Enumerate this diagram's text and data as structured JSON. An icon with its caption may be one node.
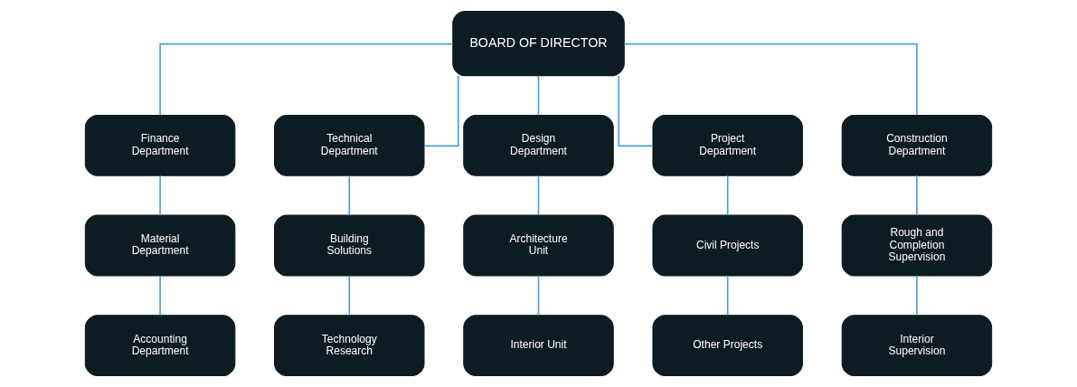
{
  "diagram": {
    "nodes": [
      {
        "text": [
          "BOARD OF DIRECTOR"
        ]
      },
      {
        "text": [
          "Finance Department"
        ]
      },
      {
        "text": [
          "Technical Department"
        ]
      },
      {
        "text": [
          "Design Department"
        ]
      },
      {
        "text": [
          "Project Department"
        ]
      },
      {
        "text": [
          "Construction Department"
        ]
      },
      {
        "text": [
          "Material Department"
        ]
      },
      {
        "text": [
          "Building Solutions"
        ]
      },
      {
        "text": [
          "Architecture Unit"
        ]
      },
      {
        "text": [
          "Civil Projects"
        ]
      },
      {
        "text": [
          "Rough and Completion Supervision"
        ]
      },
      {
        "text": [
          "Accounting Department"
        ]
      },
      {
        "text": [
          "Technology Research"
        ]
      },
      {
        "text": [
          "Interior Unit"
        ]
      },
      {
        "text": [
          "Other Projects"
        ]
      },
      {
        "text": [
          "Interior Supervision"
        ]
      }
    ],
    "edges": [
      {
        "from": 0,
        "to": 1,
        "arrow": "none"
      },
      {
        "from": 0,
        "to": 2,
        "arrow": "none"
      },
      {
        "from": 0,
        "to": 3,
        "arrow": "none"
      },
      {
        "from": 0,
        "to": 4,
        "arrow": "none"
      },
      {
        "from": 0,
        "to": 5,
        "arrow": "none"
      },
      {
        "from": 1,
        "to": 6,
        "arrow": "none"
      },
      {
        "from": 2,
        "to": 7,
        "arrow": "none"
      },
      {
        "from": 3,
        "to": 8,
        "arrow": "none"
      },
      {
        "from": 4,
        "to": 9,
        "arrow": "none"
      },
      {
        "from": 5,
        "to": 10,
        "arrow": "none"
      },
      {
        "from": 6,
        "to": 11,
        "arrow": "none"
      },
      {
        "from": 7,
        "to": 12,
        "arrow": "none"
      },
      {
        "from": 8,
        "to": 13,
        "arrow": "none"
      },
      {
        "from": 9,
        "to": 14,
        "arrow": "none"
      },
      {
        "from": 10,
        "to": 15,
        "arrow": "none"
      }
    ]
  }
}
